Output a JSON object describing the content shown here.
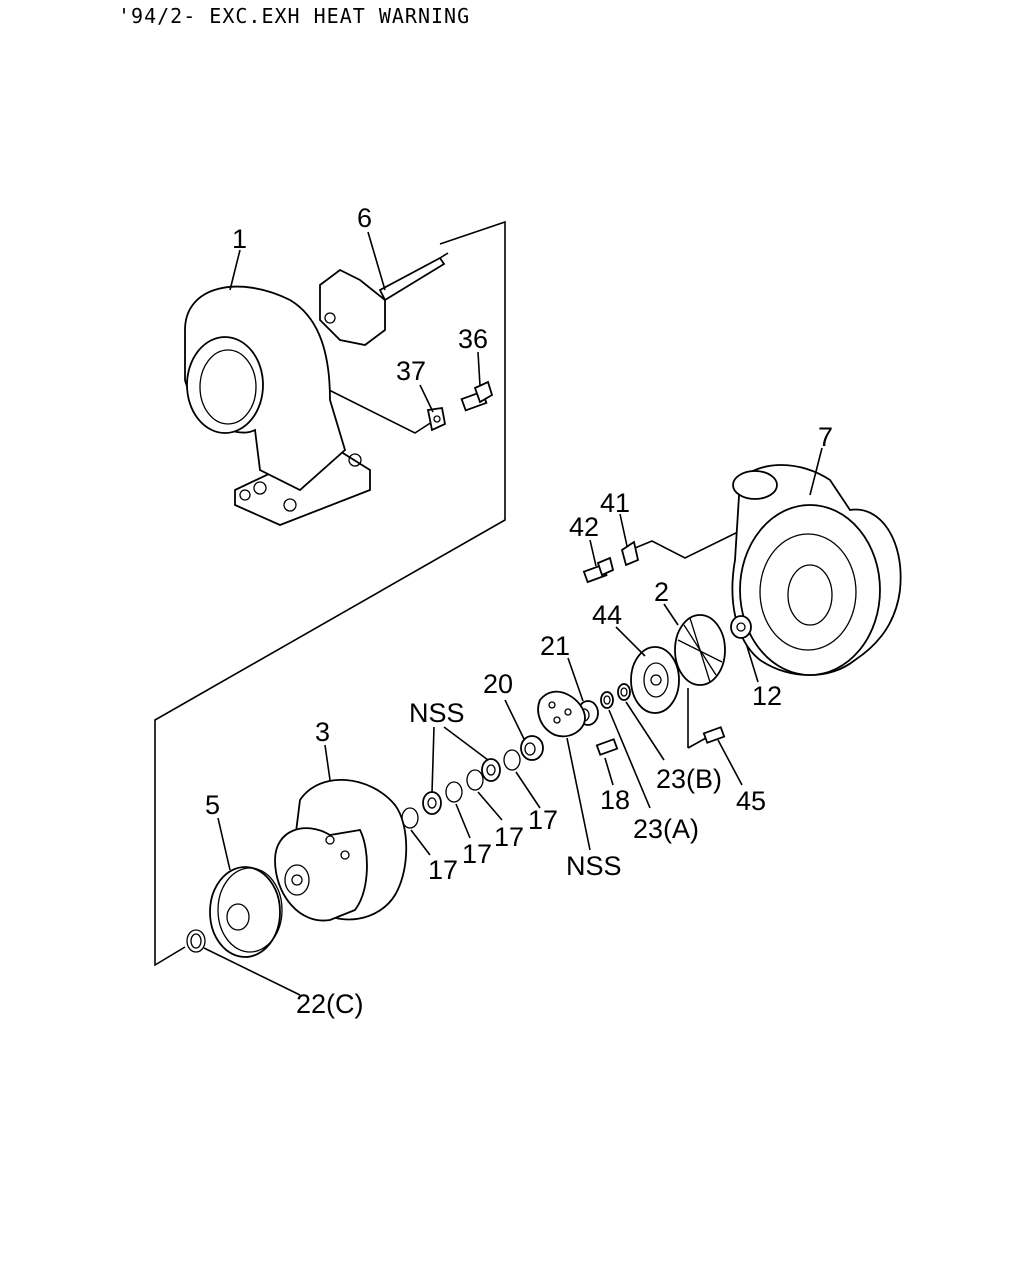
{
  "header": "'94/2- EXC.EXH HEAT WARNING",
  "labels": {
    "l1": "1",
    "l6": "6",
    "l36": "36",
    "l37": "37",
    "l7": "7",
    "l41": "41",
    "l42": "42",
    "l2": "2",
    "l44": "44",
    "l21": "21",
    "l12": "12",
    "l20": "20",
    "nss_top": "NSS",
    "l3": "3",
    "l5": "5",
    "l17a": "17",
    "l17b": "17",
    "l17c": "17",
    "l17d": "17",
    "l18": "18",
    "l23a": "23(A)",
    "l23b": "23(B)",
    "l45": "45",
    "nss_bottom": "NSS",
    "l22c": "22(C)"
  }
}
